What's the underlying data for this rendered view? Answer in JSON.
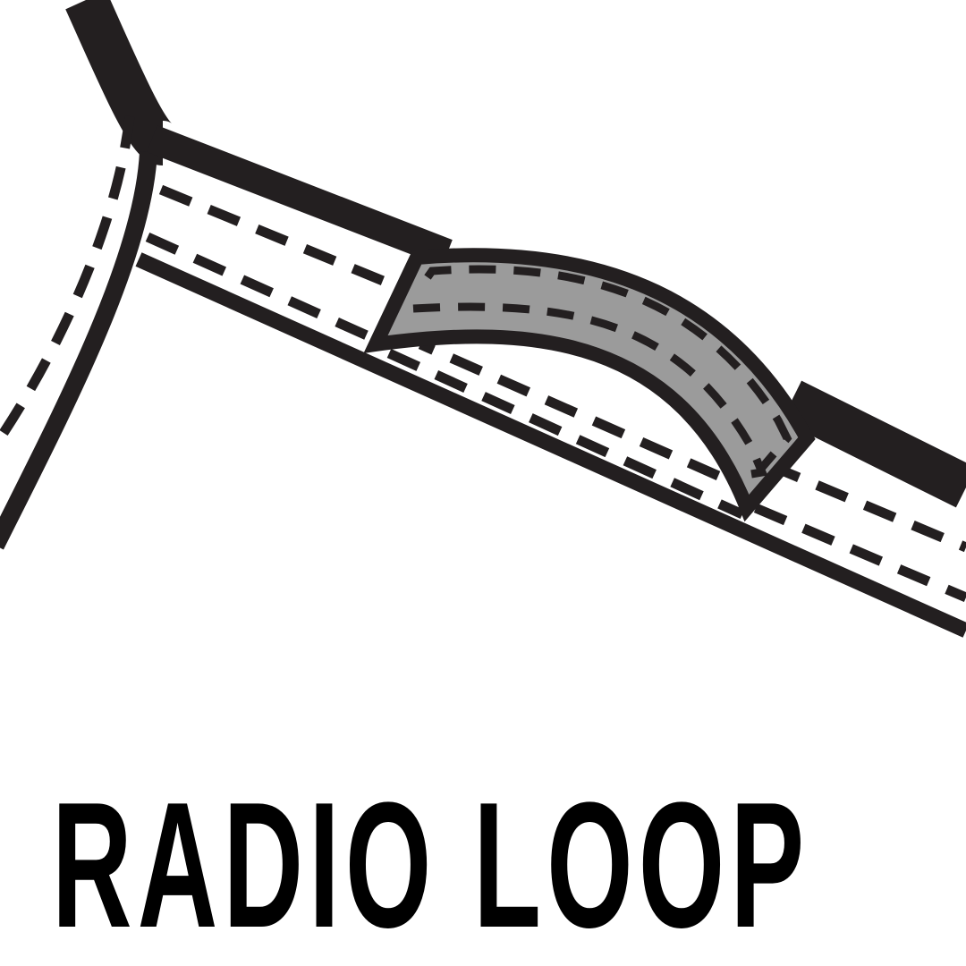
{
  "title": "RADIO LOOP",
  "diagram": {
    "description": "Schematic of a radio loop: a curved grey ramp bridging over a highway with dashed lane markings",
    "colors": {
      "road_outline": "#231f20",
      "loop_fill": "#9b9b9b",
      "background": "#ffffff",
      "text": "#000000"
    },
    "elements": [
      {
        "name": "main-highway",
        "label": "Main road (diagonal)"
      },
      {
        "name": "side-road",
        "label": "Curved side road (left)"
      },
      {
        "name": "radio-loop-ramp",
        "label": "Grey loop section"
      }
    ]
  }
}
